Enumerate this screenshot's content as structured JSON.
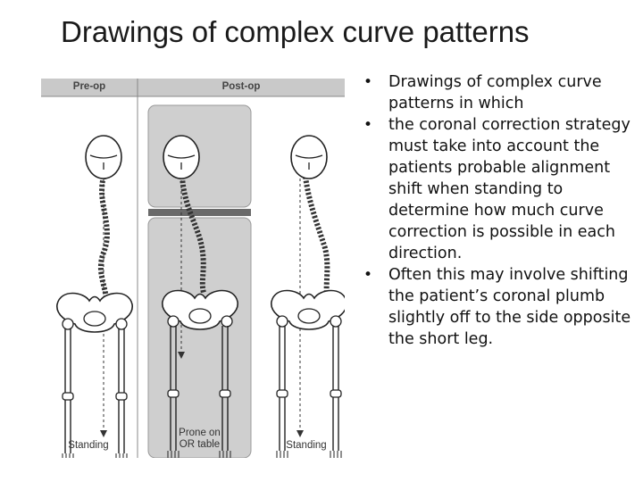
{
  "slide": {
    "title": "Drawings of complex curve patterns"
  },
  "figure": {
    "header_preop": "Pre-op",
    "header_postop": "Post-op",
    "label_left": "Standing",
    "label_middle_line1": "Prone on",
    "label_middle_line2": "OR table",
    "label_right": "Standing"
  },
  "bullets": [
    "Drawings of complex curve patterns in which",
    "the coronal correction strategy must take into account the patients probable alignment shift when standing to determine how much curve correction is possible in each direction.",
    "Often this may involve shifting the patient’s coronal plumb slightly off to the side opposite the short leg."
  ]
}
